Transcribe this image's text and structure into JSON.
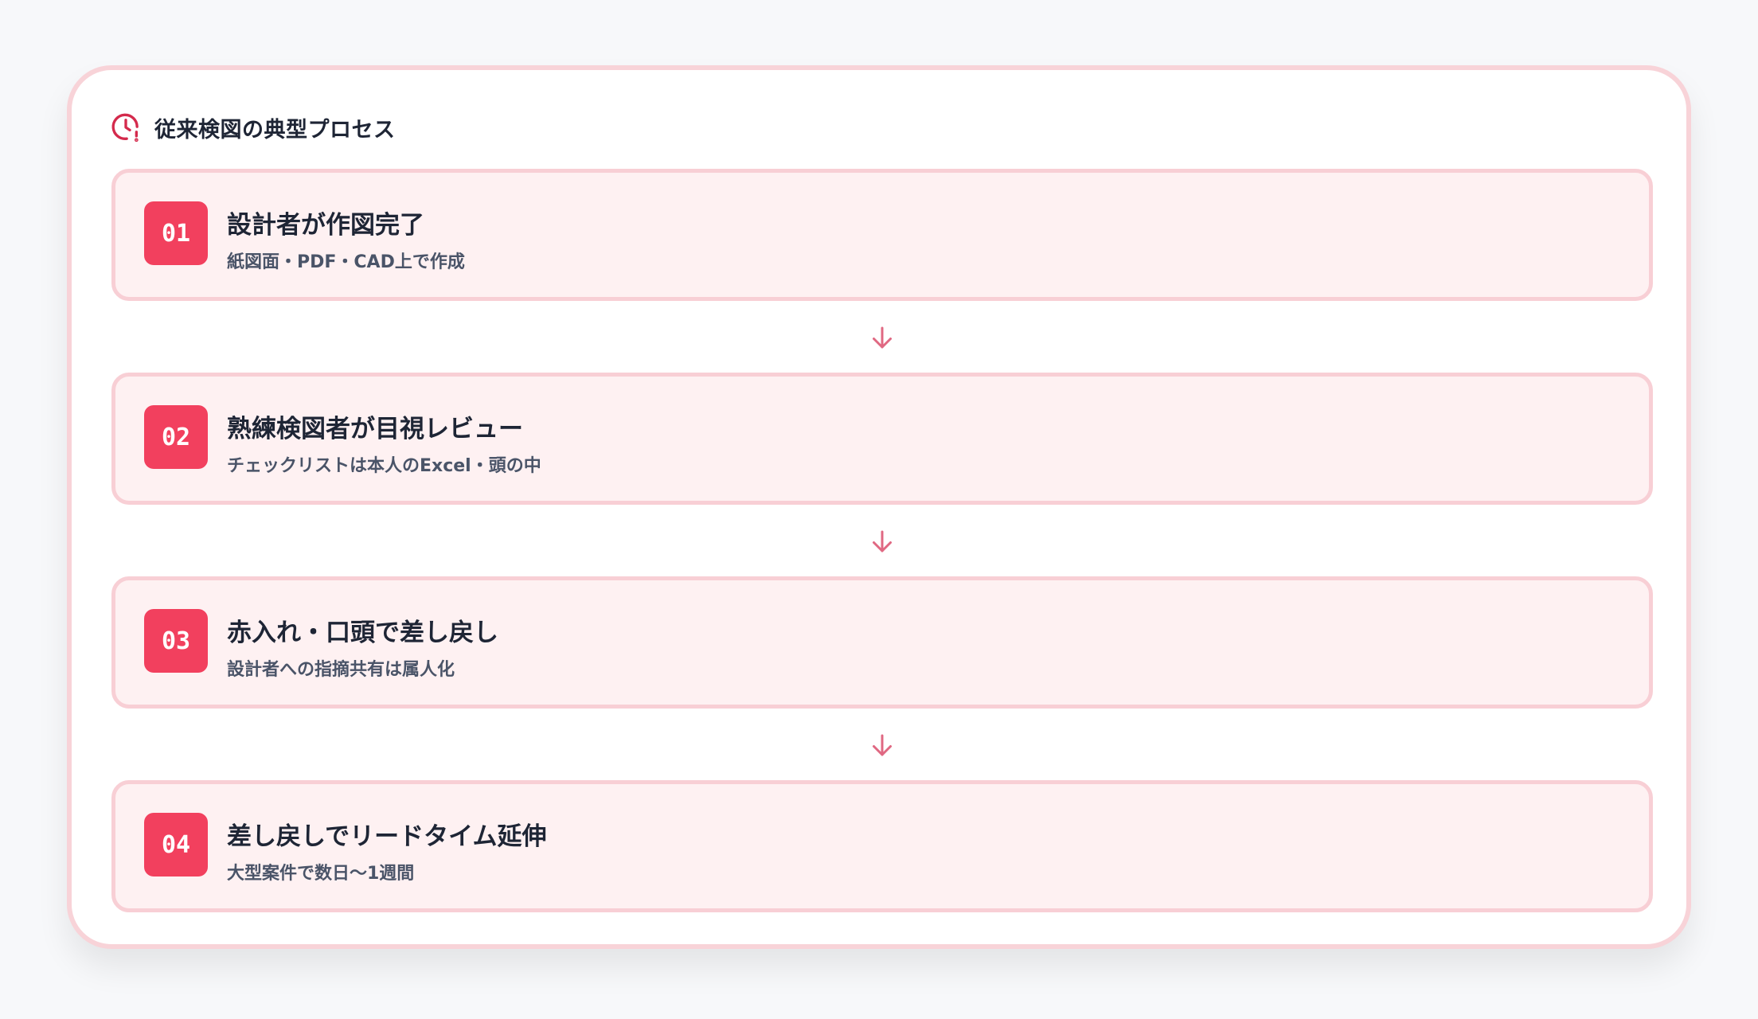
{
  "header": {
    "title": "従来検図の典型プロセス",
    "icon": "clock-alert-icon"
  },
  "colors": {
    "accent": "#f2405e",
    "card_border": "#f8d3d8",
    "step_bg": "#fef1f2",
    "step_border": "#f8cfd5",
    "arrow": "#e06882",
    "title_text": "#1e2535",
    "desc_text": "#4a5468"
  },
  "steps": [
    {
      "number": "01",
      "title": "設計者が作図完了",
      "desc": "紙図面・PDF・CAD上で作成"
    },
    {
      "number": "02",
      "title": "熟練検図者が目視レビュー",
      "desc": "チェックリストは本人のExcel・頭の中"
    },
    {
      "number": "03",
      "title": "赤入れ・口頭で差し戻し",
      "desc": "設計者への指摘共有は属人化"
    },
    {
      "number": "04",
      "title": "差し戻しでリードタイム延伸",
      "desc": "大型案件で数日〜1週間"
    }
  ]
}
